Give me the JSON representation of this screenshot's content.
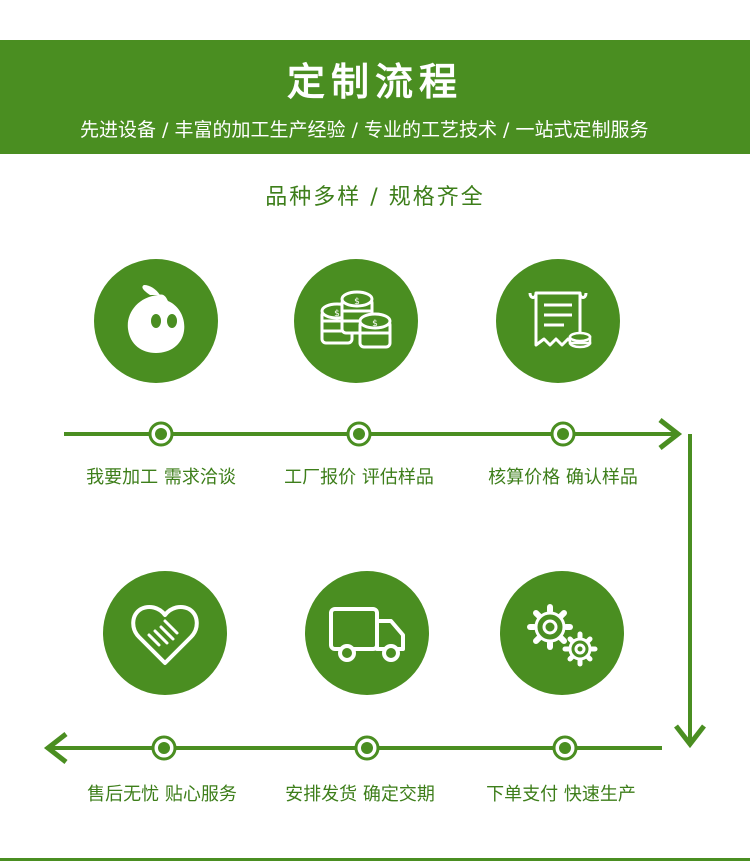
{
  "header": {
    "title": "定制流程",
    "subtitle": "先进设备 / 丰富的加工生产经验 / 专业的工艺技术 / 一站式定制服务"
  },
  "tagline": "品种多样 / 规格齐全",
  "steps": [
    {
      "label": "我要加工  需求洽谈",
      "icon": "chat-bubble-icon"
    },
    {
      "label": "工厂报价  评估样品",
      "icon": "coins-icon"
    },
    {
      "label": "核算价格  确认样品",
      "icon": "receipt-icon"
    },
    {
      "label": "下单支付  快速生产",
      "icon": "gears-icon"
    },
    {
      "label": "安排发货  确定交期",
      "icon": "truck-icon"
    },
    {
      "label": "售后无忧  贴心服务",
      "icon": "handshake-heart-icon"
    }
  ],
  "colors": {
    "brand": "#4a8e21",
    "text": "#3d7e1a",
    "background": "#ffffff"
  }
}
